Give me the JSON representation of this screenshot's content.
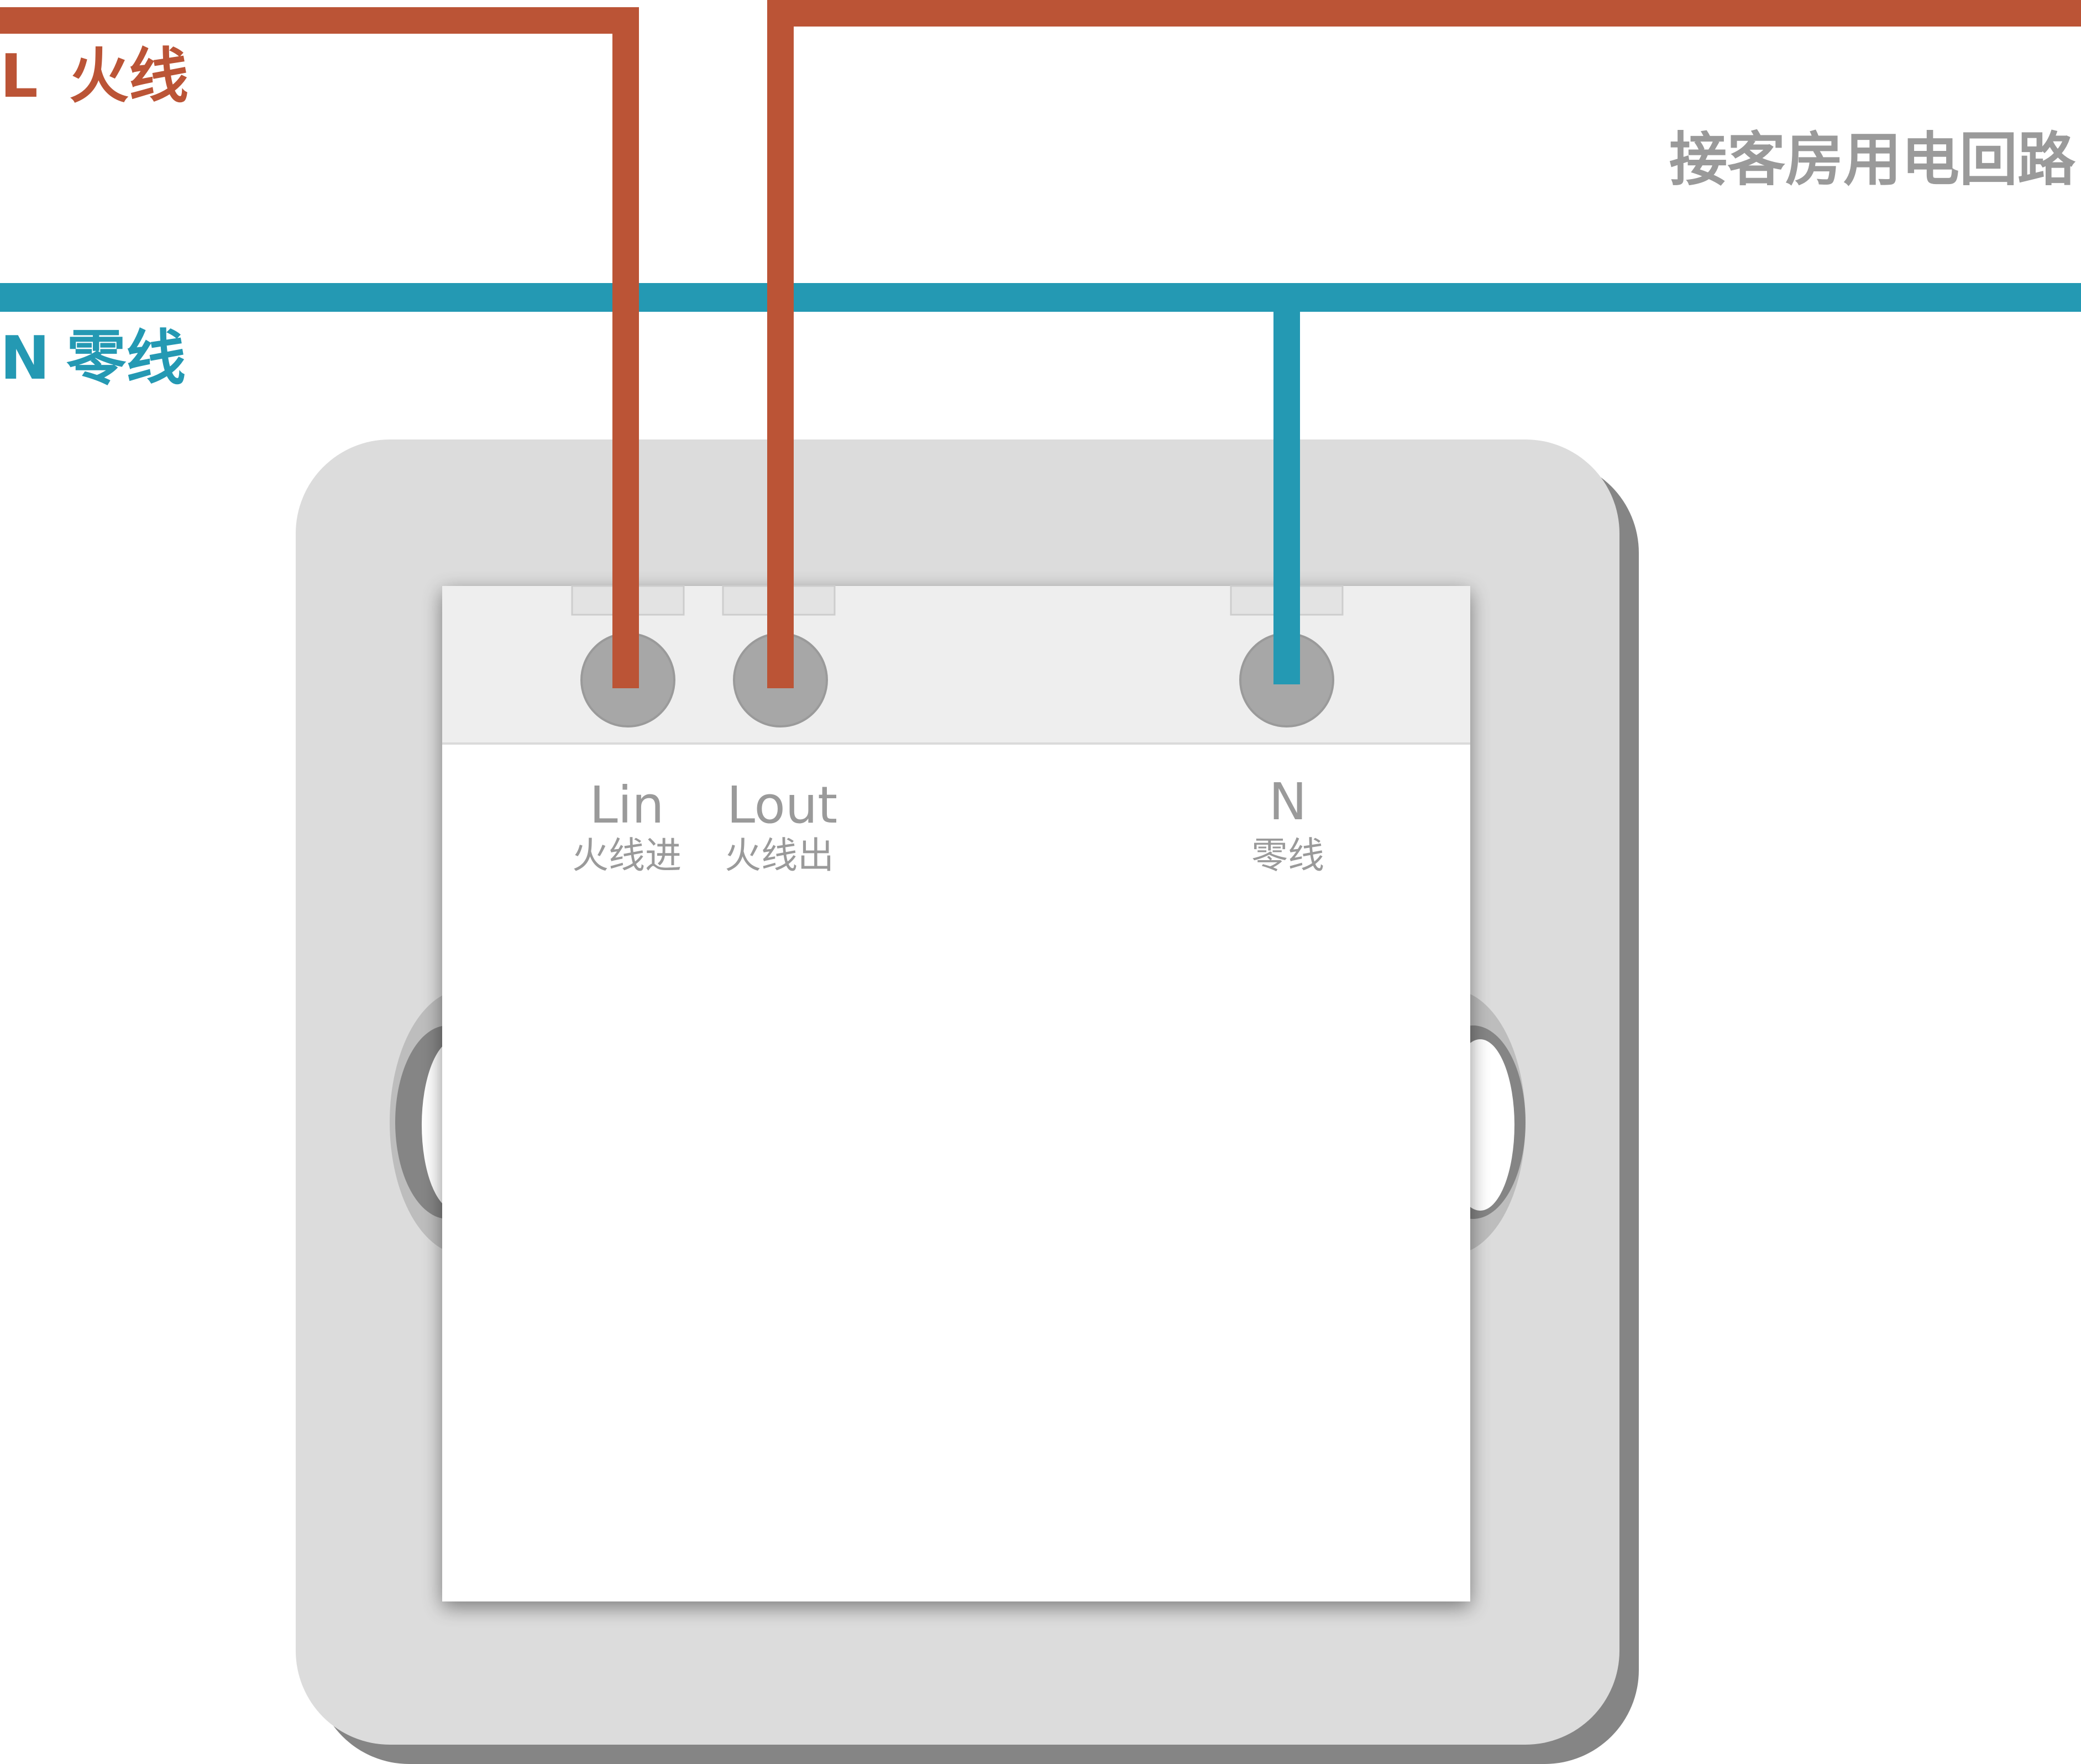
{
  "colors": {
    "live": "#BB5436",
    "neutral": "#2499B3",
    "label_grey": "#9A9A9A",
    "plate": "#DCDCDC",
    "plate_shadow": "#858585",
    "terminal_strip": "#EEEEEE",
    "terminal": "#A7A7A7",
    "face": "#FFFFFF"
  },
  "live_line": {
    "letter": "L",
    "name": "火线"
  },
  "neutral_line": {
    "letter": "N",
    "name": "零线"
  },
  "load_label": "接客房用电回路",
  "terminals": [
    {
      "code": "Lin",
      "desc": "火线进"
    },
    {
      "code": "Lout",
      "desc": "火线出"
    },
    {
      "code": "N",
      "desc": "零线"
    }
  ]
}
